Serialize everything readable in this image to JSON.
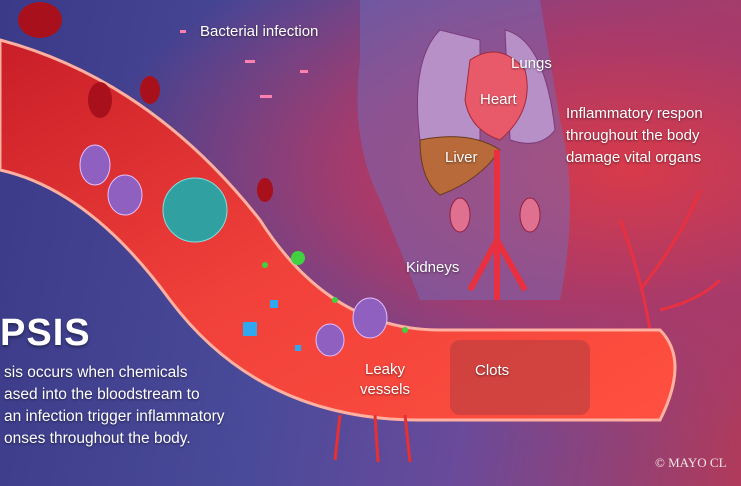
{
  "labels": {
    "bacterial_infection": "Bacterial infection",
    "lungs": "Lungs",
    "heart": "Heart",
    "liver": "Liver",
    "kidneys": "Kidneys",
    "inflammatory": [
      "Inflammatory respon",
      "throughout the body",
      "damage vital organs"
    ],
    "leaky_vessels": [
      "Leaky",
      "vessels"
    ],
    "clots": "Clots"
  },
  "title": "PSIS",
  "description": [
    "sis occurs when chemicals",
    "ased into the bloodstream to",
    "an infection trigger inflammatory",
    "onses throughout the body."
  ],
  "credit": "© MAYO CL",
  "colors": {
    "vessel": "#e8323a",
    "background": "#3a3a88",
    "liver": "#b86a3a",
    "lungs": "#b890c8"
  }
}
